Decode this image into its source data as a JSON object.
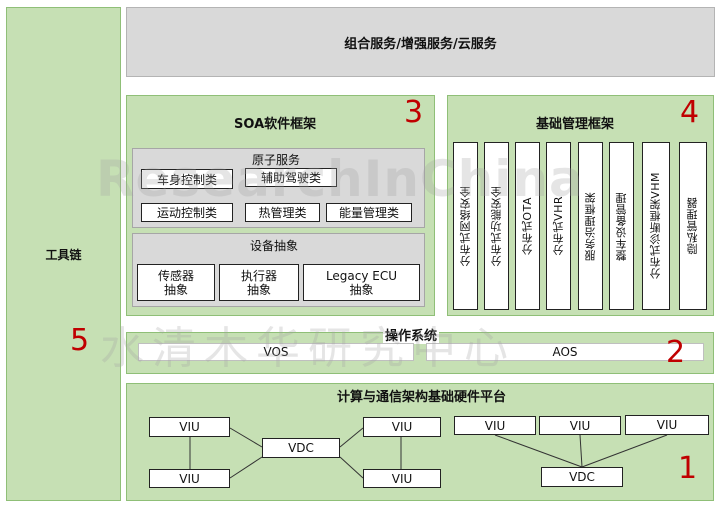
{
  "toolchain": {
    "label": "工具链",
    "number": "5"
  },
  "top_services": {
    "label": "组合服务/增强服务/云服务"
  },
  "soa": {
    "title": "SOA软件框架",
    "number": "3",
    "atomic": {
      "title": "原子服务",
      "items": [
        "车身控制类",
        "辅助驾驶类",
        "运动控制类",
        "热管理类",
        "能量管理类"
      ]
    },
    "device": {
      "title": "设备抽象",
      "items": [
        {
          "line1": "传感器",
          "line2": "抽象"
        },
        {
          "line1": "执行器",
          "line2": "抽象"
        },
        {
          "line1": "Legacy ECU",
          "line2": "抽象"
        }
      ]
    }
  },
  "base_mgmt": {
    "title": "基础管理框架",
    "number": "4",
    "items": [
      "分布式网络安全",
      "分布式功能安全",
      "分布式OTA",
      "分布式VHR",
      "服务治理框架",
      "整车设备管理",
      "分布式诊断框架VHM",
      "隐私管理器"
    ]
  },
  "os": {
    "title": "操作系统",
    "number": "2",
    "vos": "VOS",
    "aos": "AOS"
  },
  "hardware": {
    "title": "计算与通信架构基础硬件平台",
    "number": "1",
    "left": {
      "viu_tl": "VIU",
      "viu_tr": "VIU",
      "vdc": "VDC",
      "viu_bl": "VIU",
      "viu_br": "VIU"
    },
    "right": {
      "viu1": "VIU",
      "viu2": "VIU",
      "viu3": "VIU",
      "vdc": "VDC"
    }
  },
  "watermark": {
    "line1": "ResearchInChina",
    "line2": "水清木华研究中心"
  }
}
